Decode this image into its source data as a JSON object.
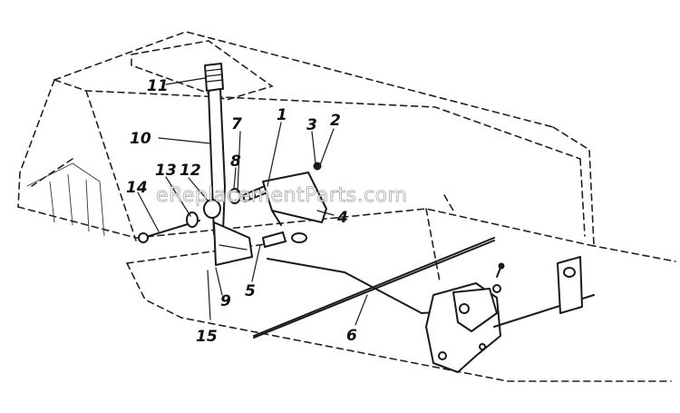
{
  "watermark": "eReplacementParts.com",
  "callouts": [
    {
      "id": "11",
      "label": "11"
    },
    {
      "id": "10",
      "label": "10"
    },
    {
      "id": "7",
      "label": "7"
    },
    {
      "id": "1",
      "label": "1"
    },
    {
      "id": "3",
      "label": "3"
    },
    {
      "id": "2",
      "label": "2"
    },
    {
      "id": "8",
      "label": "8"
    },
    {
      "id": "13",
      "label": "13"
    },
    {
      "id": "12",
      "label": "12"
    },
    {
      "id": "14",
      "label": "14"
    },
    {
      "id": "4",
      "label": "4"
    },
    {
      "id": "5",
      "label": "5"
    },
    {
      "id": "9",
      "label": "9"
    },
    {
      "id": "15",
      "label": "15"
    },
    {
      "id": "6",
      "label": "6"
    }
  ]
}
